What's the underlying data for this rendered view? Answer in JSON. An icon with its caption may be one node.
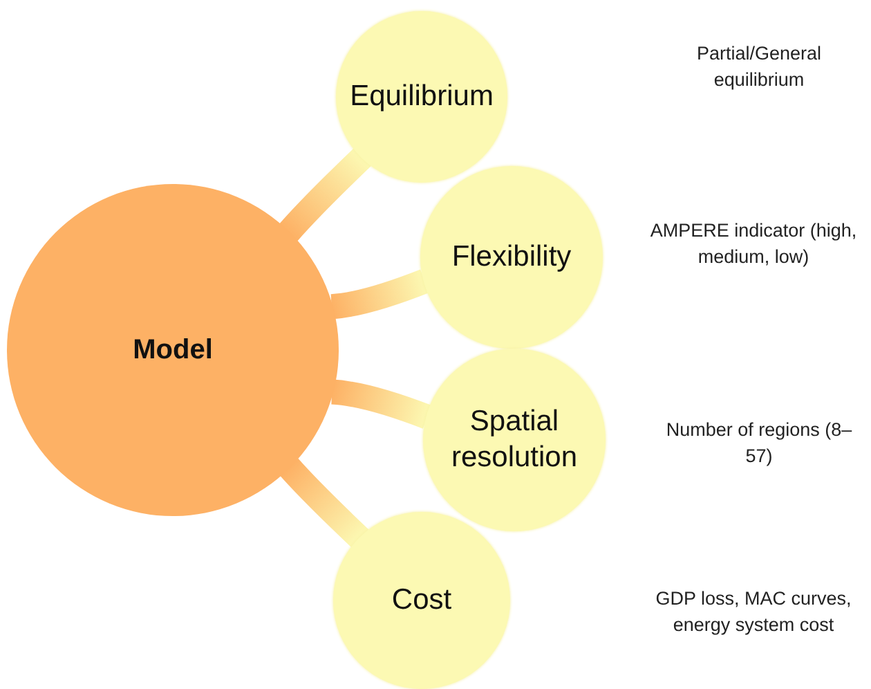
{
  "diagram": {
    "nodes": [
      {
        "text": [
          "Model"
        ]
      },
      {
        "text": [
          "Equilibrium"
        ]
      },
      {
        "text": [
          "Flexibility"
        ]
      },
      {
        "text": [
          "Spatial resolution"
        ]
      },
      {
        "text": [
          "Cost"
        ]
      }
    ],
    "edges": [
      {
        "from": 0,
        "to": 1,
        "arrow": "none"
      },
      {
        "from": 0,
        "to": 2,
        "arrow": "none"
      },
      {
        "from": 0,
        "to": 3,
        "arrow": "none"
      },
      {
        "from": 0,
        "to": 4,
        "arrow": "none"
      }
    ],
    "labels": [
      "Partial/General equilibrium",
      "AMPERE indicator (high, medium, low)",
      "Number of regions (8–57)",
      "GDP loss, MAC curves, energy system cost"
    ]
  }
}
